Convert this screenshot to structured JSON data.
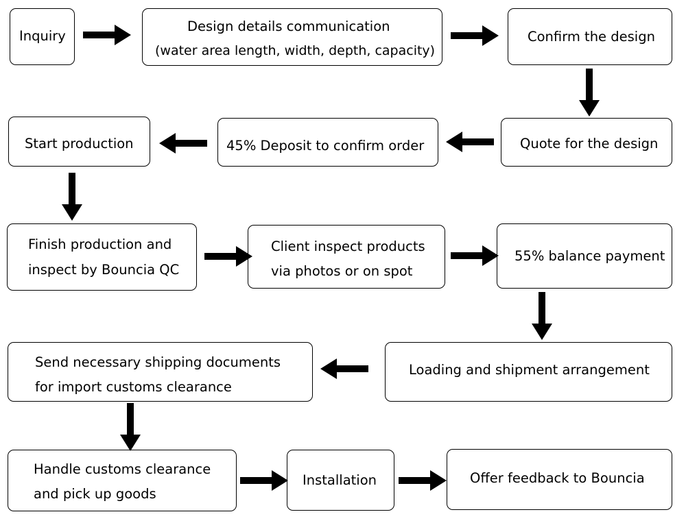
{
  "steps": [
    {
      "id": "inquiry",
      "lines": [
        "Inquiry"
      ]
    },
    {
      "id": "design-details",
      "lines": [
        "Design details communication",
        "(water area length, width, depth, capacity)"
      ]
    },
    {
      "id": "confirm-design",
      "lines": [
        "Confirm the design"
      ]
    },
    {
      "id": "quote-design",
      "lines": [
        "Quote for the design"
      ]
    },
    {
      "id": "deposit",
      "lines": [
        "45% Deposit to confirm order"
      ]
    },
    {
      "id": "start-production",
      "lines": [
        "Start production"
      ]
    },
    {
      "id": "finish-production",
      "lines": [
        "Finish production and",
        "inspect by Bouncia QC"
      ]
    },
    {
      "id": "client-inspect",
      "lines": [
        "Client inspect products",
        "via photos or on spot"
      ]
    },
    {
      "id": "balance-payment",
      "lines": [
        "55% balance payment"
      ]
    },
    {
      "id": "loading-shipment",
      "lines": [
        "Loading and shipment arrangement"
      ]
    },
    {
      "id": "shipping-documents",
      "lines": [
        "Send necessary shipping documents",
        "for import customs clearance"
      ]
    },
    {
      "id": "customs-clearance",
      "lines": [
        "Handle customs clearance",
        "and pick up goods"
      ]
    },
    {
      "id": "installation",
      "lines": [
        "Installation"
      ]
    },
    {
      "id": "feedback",
      "lines": [
        "Offer feedback to Bouncia"
      ]
    }
  ],
  "flow": [
    {
      "from": "inquiry",
      "to": "design-details",
      "direction": "right"
    },
    {
      "from": "design-details",
      "to": "confirm-design",
      "direction": "right"
    },
    {
      "from": "confirm-design",
      "to": "quote-design",
      "direction": "down"
    },
    {
      "from": "quote-design",
      "to": "deposit",
      "direction": "left"
    },
    {
      "from": "deposit",
      "to": "start-production",
      "direction": "left"
    },
    {
      "from": "start-production",
      "to": "finish-production",
      "direction": "down"
    },
    {
      "from": "finish-production",
      "to": "client-inspect",
      "direction": "right"
    },
    {
      "from": "client-inspect",
      "to": "balance-payment",
      "direction": "right"
    },
    {
      "from": "balance-payment",
      "to": "loading-shipment",
      "direction": "down"
    },
    {
      "from": "loading-shipment",
      "to": "shipping-documents",
      "direction": "left"
    },
    {
      "from": "shipping-documents",
      "to": "customs-clearance",
      "direction": "down"
    },
    {
      "from": "customs-clearance",
      "to": "installation",
      "direction": "right"
    },
    {
      "from": "installation",
      "to": "feedback",
      "direction": "right"
    }
  ],
  "colors": {
    "border": "#000000",
    "arrow": "#000000",
    "background": "#ffffff"
  }
}
